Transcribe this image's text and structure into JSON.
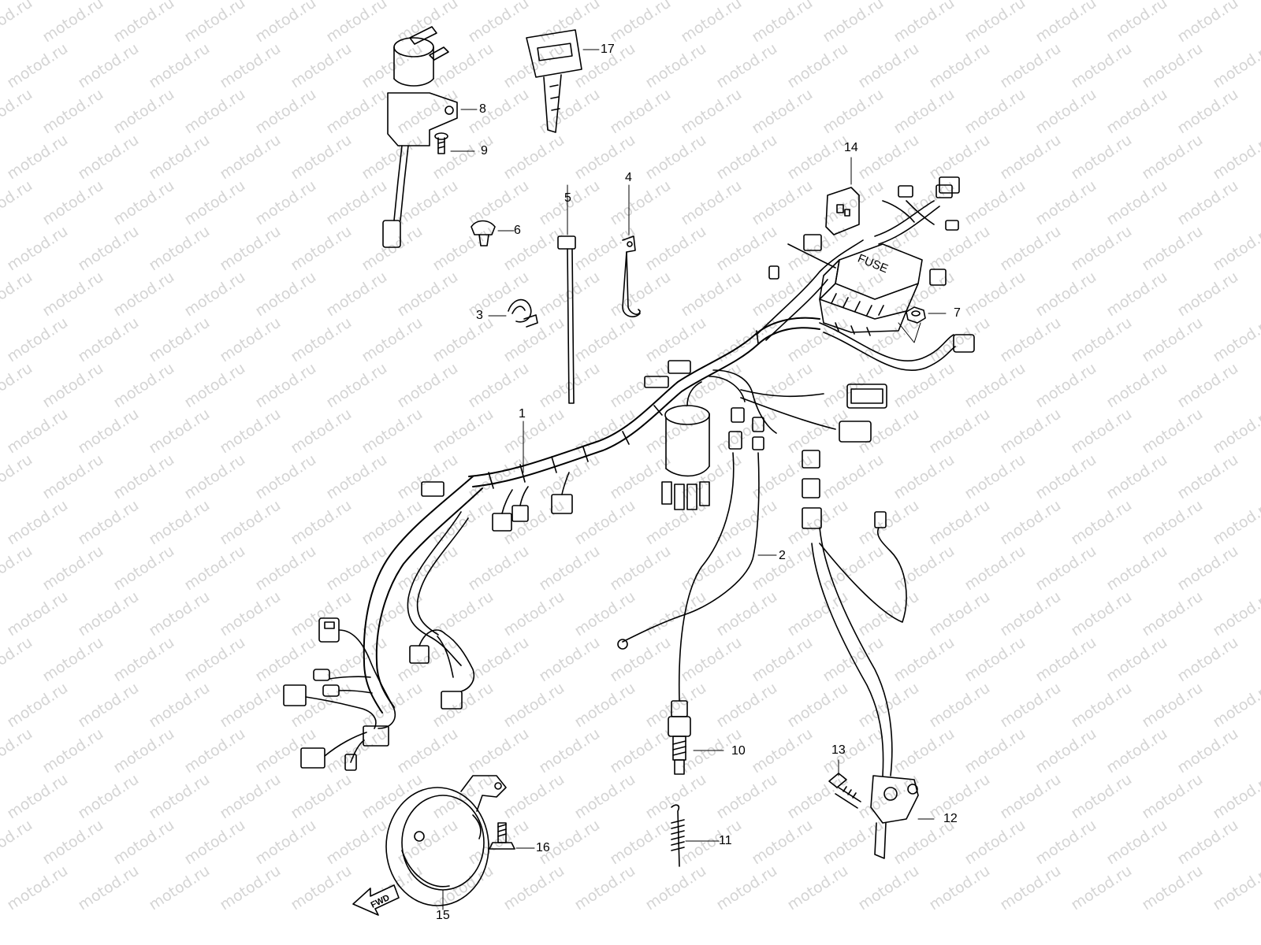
{
  "watermark": {
    "text": "motod.ru"
  },
  "labels": {
    "p1": "1",
    "p2": "2",
    "p3": "3",
    "p4": "4",
    "p5": "5",
    "p6": "6",
    "p7": "7",
    "p8": "8",
    "p9": "9",
    "p10": "10",
    "p11": "11",
    "p12": "12",
    "p13": "13",
    "p14": "14",
    "p15": "15",
    "p16": "16",
    "p17": "17"
  },
  "fwd_arrow": {
    "text": "FWD"
  },
  "fuse_box": {
    "text": "FUSE"
  }
}
